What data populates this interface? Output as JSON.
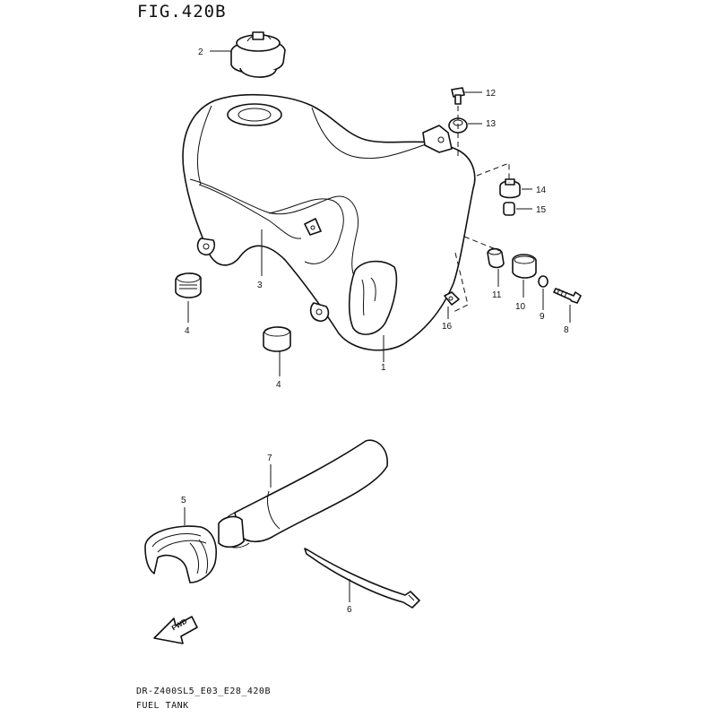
{
  "figure": {
    "title": "FIG.420B",
    "code": "DR-Z400SL5_E03_E28_420B",
    "name": "FUEL TANK"
  },
  "callouts": [
    "1",
    "2",
    "3",
    "4",
    "4",
    "5",
    "6",
    "7",
    "8",
    "9",
    "10",
    "11",
    "12",
    "13",
    "14",
    "15",
    "16"
  ],
  "fwd_label": "FWD"
}
